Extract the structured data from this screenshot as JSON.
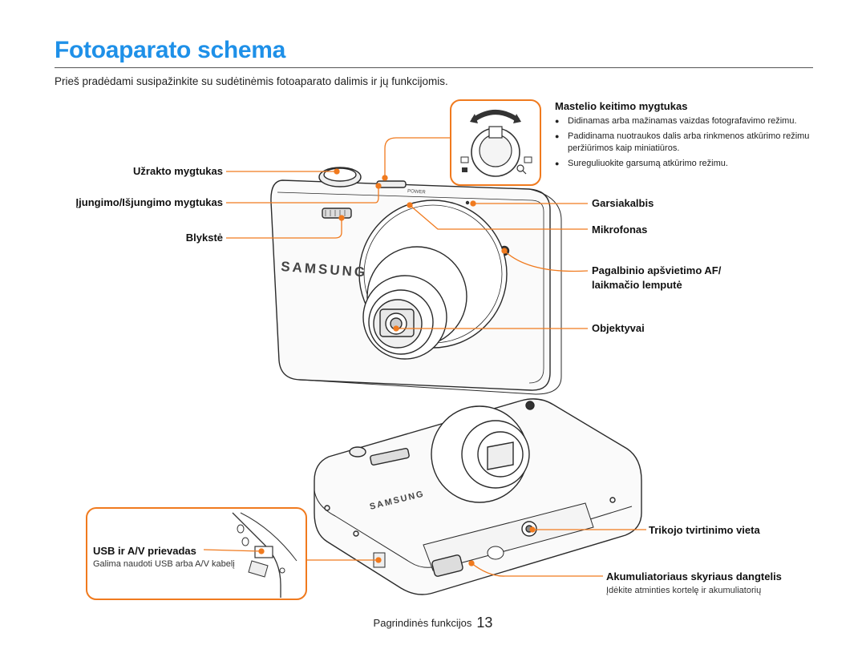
{
  "page": {
    "title": "Fotoaparato schema",
    "intro": "Prieš pradėdami susipažinkite su sudėtinėmis fotoaparato dalimis ir jų funkcijomis.",
    "footer_section": "Pagrindinės funkcijos",
    "page_number": "13"
  },
  "labels": {
    "shutter": "Užrakto mygtukas",
    "power": "Įjungimo/Išjungimo mygtukas",
    "flash": "Blykstė",
    "zoom": "Mastelio keitimo mygtukas",
    "speaker": "Garsiakalbis",
    "microphone": "Mikrofonas",
    "af_lamp_1": "Pagalbinio apšvietimo AF/",
    "af_lamp_2": "laikmačio lemputė",
    "lens": "Objektyvai",
    "tripod": "Trikojo tvirtinimo vieta",
    "battery_cover": "Akumuliatoriaus skyriaus dangtelis",
    "battery_note": "Įdėkite atminties kortelę ir akumuliatorių",
    "usb": "USB ir A/V prievadas",
    "usb_note": "Galima naudoti USB arba A/V kabelį"
  },
  "zoom_bullets": [
    "Didinamas arba mažinamas vaizdas fotografavimo režimu.",
    "Padidinama nuotraukos dalis arba rinkmenos atkūrimo režimu peržiūrimos kaip miniatiūros.",
    "Sureguliuokite garsumą atkūrimo režimu."
  ],
  "camera_text": {
    "brand": "SAMSUNG",
    "power_marking": "POWER"
  },
  "colors": {
    "title": "#1e90e8",
    "callout": "#f07a1e",
    "line_art": "#2a2a2a"
  }
}
